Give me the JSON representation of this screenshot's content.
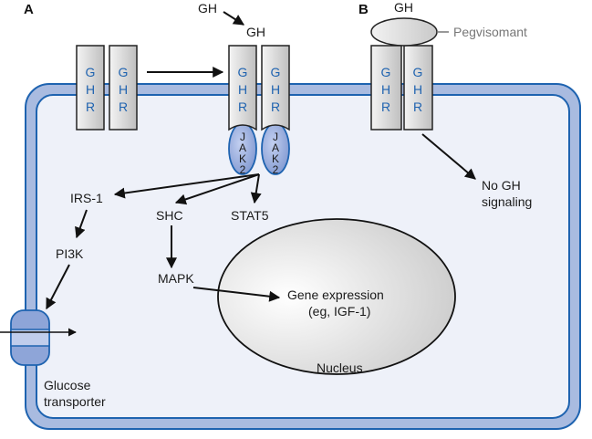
{
  "panels": {
    "a": "A",
    "b": "B"
  },
  "ligand": {
    "gh_free": "GH",
    "gh_bound": "GH",
    "gh_b": "GH"
  },
  "receptor": {
    "letters": [
      "G",
      "H",
      "R"
    ]
  },
  "jak": {
    "letters": [
      "J",
      "A",
      "K",
      "2"
    ]
  },
  "pathway": {
    "irs1": "IRS-1",
    "pi3k": "PI3K",
    "shc": "SHC",
    "stat5": "STAT5",
    "mapk": "MAPK",
    "gene_expression_line1": "Gene expression",
    "gene_expression_line2": "(eg, IGF-1)",
    "nucleus": "Nucleus",
    "glucose_line1": "Glucose",
    "glucose_line2": "transporter"
  },
  "panel_b": {
    "pegvisomant": "Pegvisomant",
    "no_signal_line1": "No GH",
    "no_signal_line2": "signaling"
  },
  "colors": {
    "membrane_outer": "#1e63b0",
    "membrane_fill": "#a9bbe0",
    "cytoplasm": "#eef1f9",
    "receptor_text": "#1f63b0",
    "jak_fill": "#8ea5d8"
  }
}
